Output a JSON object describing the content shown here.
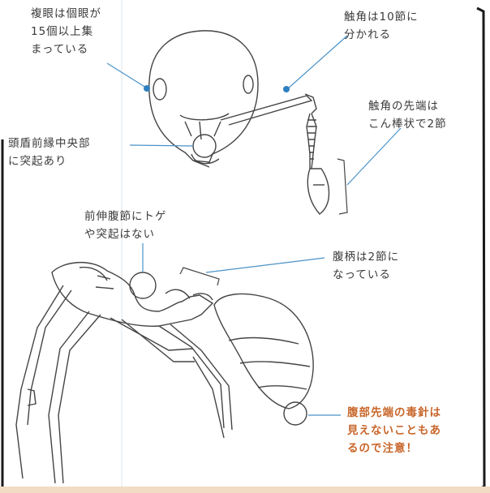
{
  "labels": {
    "compound_eye": [
      "複眼は個眼が",
      "15個以上集",
      "まっている"
    ],
    "antenna_segments": [
      "触角は10節に",
      "分かれる"
    ],
    "antenna_tip": [
      "触角の先端は",
      "こん棒状で2節"
    ],
    "clypeus": [
      "頭盾前縁中央部",
      "に突起あり"
    ],
    "propodeum": [
      "前伸腹節にトゲ",
      "や突起はない"
    ],
    "petiole": [
      "腹柄は2節に",
      "なっている"
    ],
    "sting": [
      "腹部先端の毒針は",
      "見えないこともあ",
      "るので注意！"
    ]
  },
  "colors": {
    "pointer_line": "#4a92c8",
    "pointer_dot": "#2f7fc0",
    "warning_text": "#c8662a",
    "drawing_stroke": "#444444",
    "frame_border": "#1a1a1a",
    "bottom_strip": "#f2dcc4"
  }
}
